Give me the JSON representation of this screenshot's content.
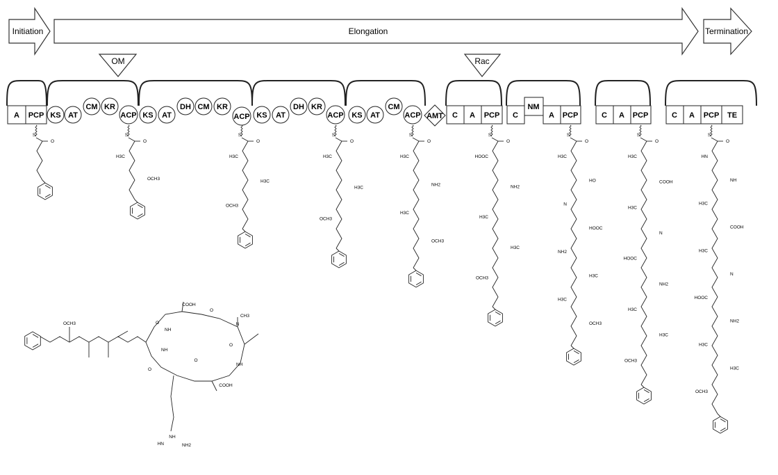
{
  "phases": {
    "initiation": "Initiation",
    "elongation": "Elongation",
    "termination": "Termination"
  },
  "triangles": {
    "om": "OM",
    "rac": "Rac"
  },
  "modules": [
    {
      "domains": [
        "A",
        "PCP"
      ]
    },
    {
      "domains": [
        "KS",
        "AT",
        "CM",
        "KR",
        "ACP"
      ]
    },
    {
      "domains": [
        "KS",
        "AT",
        "DH",
        "CM",
        "KR",
        "ACP"
      ]
    },
    {
      "domains": [
        "KS",
        "AT",
        "DH",
        "KR",
        "ACP"
      ]
    },
    {
      "domains": [
        "KS",
        "AT",
        "CM",
        "ACP"
      ]
    },
    {
      "domains": [
        "AMT"
      ]
    },
    {
      "domains": [
        "C",
        "A",
        "PCP"
      ]
    },
    {
      "domains": [
        "C",
        "NM",
        "A",
        "PCP"
      ]
    },
    {
      "domains": [
        "C",
        "A",
        "PCP"
      ]
    },
    {
      "domains": [
        "C",
        "A",
        "PCP",
        "TE"
      ]
    }
  ],
  "chem_labels": {
    "s": "S",
    "o": "O",
    "h3c": "H3C",
    "och3": "OCH3",
    "nh2": "NH2",
    "nh": "NH",
    "hn": "HN",
    "n": "N",
    "ho": "HO",
    "hooc": "HOOC",
    "cooh": "COOH",
    "ch3": "CH3"
  },
  "colors": {
    "stroke": "#222222",
    "fill": "#ffffff"
  }
}
